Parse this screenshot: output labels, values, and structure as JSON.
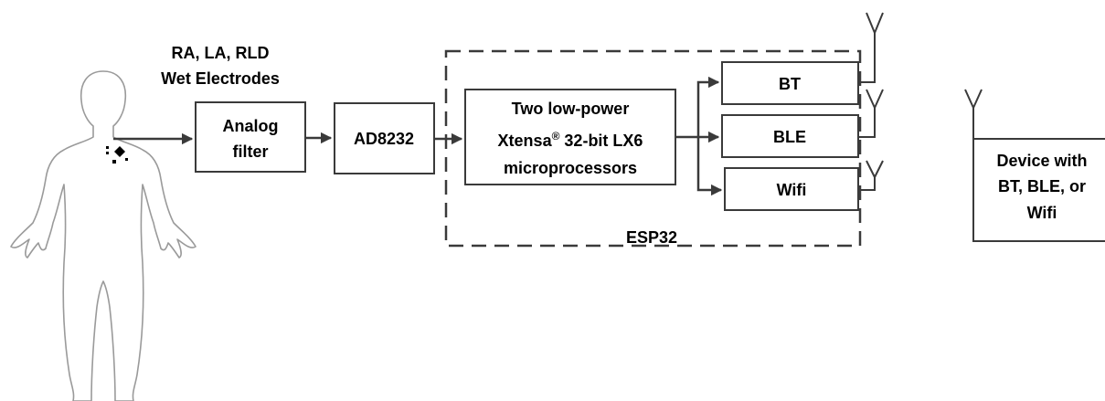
{
  "diagram": {
    "electrode_label": {
      "line1": "RA, LA, RLD",
      "line2": "Wet Electrodes"
    },
    "blocks": {
      "analog_filter": {
        "line1": "Analog",
        "line2": "filter"
      },
      "ad8232": {
        "line1": "AD8232"
      },
      "microprocessor": {
        "line1": "Two low-power",
        "line2_main": "Xtensa",
        "line2_sup": "®",
        "line2_rest": " 32-bit LX6",
        "line3": "microprocessors"
      },
      "bt": {
        "line1": "BT"
      },
      "ble": {
        "line1": "BLE"
      },
      "wifi": {
        "line1": "Wifi"
      },
      "device": {
        "line1": "Device with",
        "line2": "BT, BLE, or",
        "line3": "Wifi"
      }
    },
    "esp32_label": "ESP32"
  },
  "colors": {
    "stroke": "#3a3a3a",
    "text": "#000000",
    "body_outline": "#9a9a9a"
  },
  "icons": [
    "human-body-icon",
    "antenna-icon"
  ]
}
